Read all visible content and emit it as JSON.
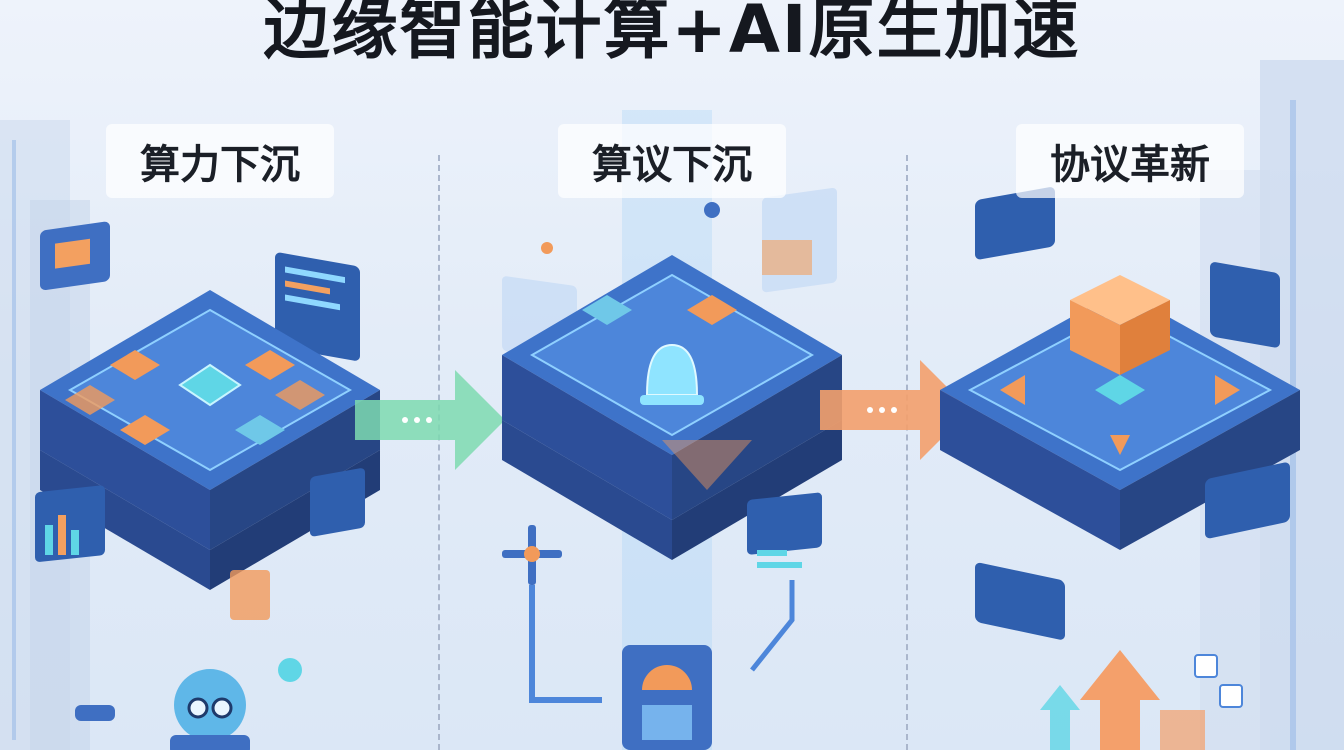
{
  "title": "边缘智能计算+AI原生加速",
  "stages": [
    {
      "label": "算力下沉"
    },
    {
      "label": "算议下沉"
    },
    {
      "label": "协议革新"
    }
  ],
  "colors": {
    "platform_top": "#3e73c9",
    "platform_side": "#2d4f9a",
    "accent_orange": "#f29a5a",
    "accent_green": "#6fd3a0",
    "accent_cyan": "#5fd6e6",
    "panel_dark": "#2f5fae"
  },
  "icons": [
    "chip-icon",
    "bell-icon",
    "cube-icon",
    "robot-icon",
    "gauge-icon",
    "dashboard-icon",
    "bar-chart-icon",
    "arrow-up-icon"
  ]
}
